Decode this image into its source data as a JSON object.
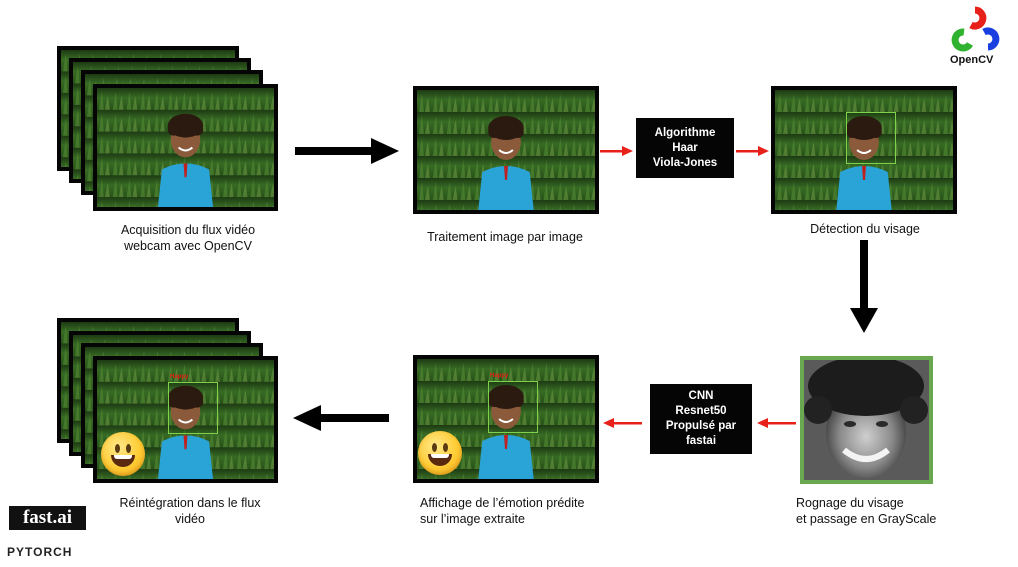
{
  "steps": {
    "acquisition": "Acquisition du flux vidéo\nwebcam avec OpenCV",
    "traitement": "Traitement image par image",
    "detection": "Détection du visage",
    "rognage": "Rognage du visage\net passage en GrayScale",
    "affichage": "Affichage de l’émotion prédite\nsur l’image extraite",
    "reintegration": "Réintégration dans le flux\nvidéo"
  },
  "boxes": {
    "haar": [
      "Algorithme",
      "Haar",
      "Viola-Jones"
    ],
    "cnn": [
      "CNN",
      "Resnet50",
      "Propulsé par",
      "fastai"
    ]
  },
  "emotion_label": "Happy",
  "logos": {
    "opencv": "OpenCV",
    "fastai": "fast.ai",
    "pytorch": "PYTORCH"
  },
  "colors": {
    "red_arrow": "#e8201a",
    "black_arrow": "#000000",
    "face_box": "#7fd04a",
    "gray_frame_border": "#6aa84f"
  }
}
